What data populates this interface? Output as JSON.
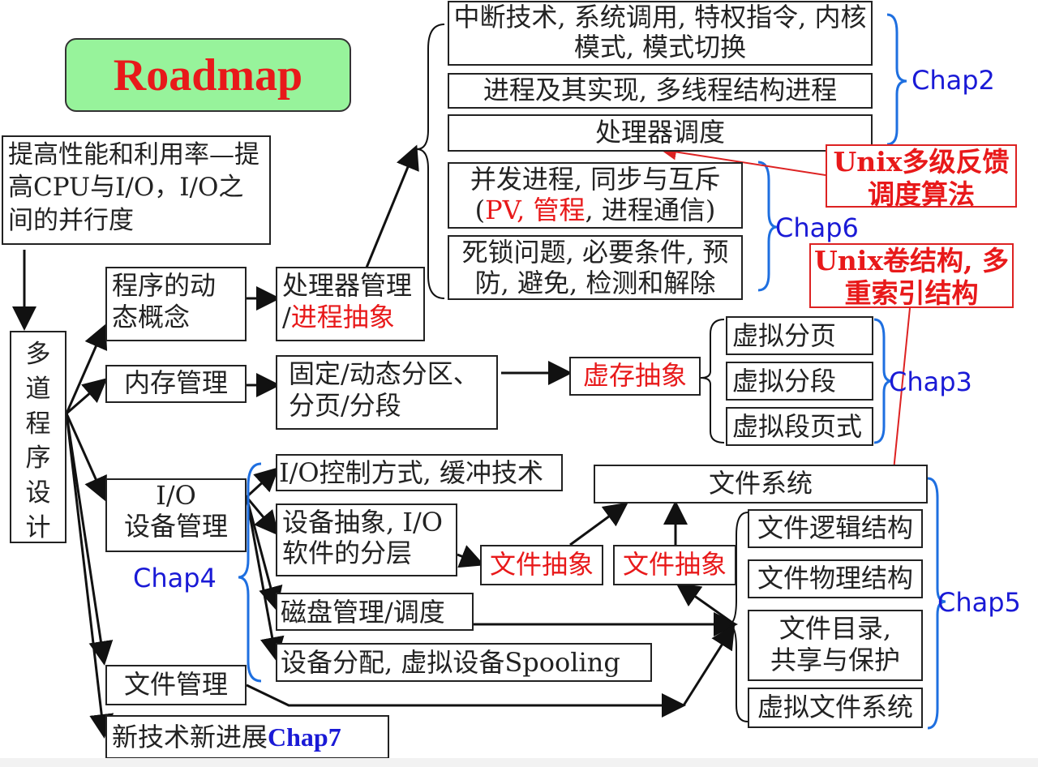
{
  "title": "Roadmap",
  "goal": "提高性能和利用率—提高CPU与I/O，I/O之间的并行度",
  "root": "多道程序设计",
  "branches": {
    "process_concept": "程序的动态概念",
    "memory": "内存管理",
    "io": "I/O\n设备管理",
    "file": "文件管理",
    "new_tech": "新技术新进展",
    "new_tech_chap": "Chap7"
  },
  "processor": {
    "line1": "处理器管理",
    "line2_prefix": "/",
    "line2_red": "进程抽象"
  },
  "chap2_items": [
    "中断技术, 系统调用, 特权指令, 内核模式, 模式切换",
    "进程及其实现, 多线程结构进程",
    "处理器调度"
  ],
  "chap6_items": {
    "item1_line1": "并发进程, 同步与互斥",
    "item1_open": "(",
    "item1_red": "PV, 管程",
    "item1_rest": ", 进程通信)",
    "item2": "死锁问题, 必要条件, 预防, 避免, 检测和解除"
  },
  "memory_detail": "固定/动态分区、分页/分段",
  "virtual_memory": "虚存抽象",
  "chap3_items": [
    "虚拟分页",
    "虚拟分段",
    "虚拟段页式"
  ],
  "io_items": [
    "I/O控制方式, 缓冲技术",
    "设备抽象, I/O软件的分层",
    "磁盘管理/调度",
    "设备分配, 虚拟设备Spooling"
  ],
  "file_abstraction_1": "文件抽象",
  "file_abstraction_2": "文件抽象",
  "file_system": "文件系统",
  "chap5_items": [
    "文件逻辑结构",
    "文件物理结构",
    "文件目录, 共享与保护",
    "虚拟文件系统"
  ],
  "notes": {
    "unix_sched": "Unix多级反馈调度算法",
    "unix_fs": "Unix卷结构, 多重索引结构"
  },
  "chapters": {
    "chap2": "Chap2",
    "chap3": "Chap3",
    "chap4": "Chap4",
    "chap5": "Chap5",
    "chap6": "Chap6"
  },
  "colors": {
    "red": "#e8191a",
    "blue": "#1a1ad6",
    "title_bg": "#97f39b"
  }
}
